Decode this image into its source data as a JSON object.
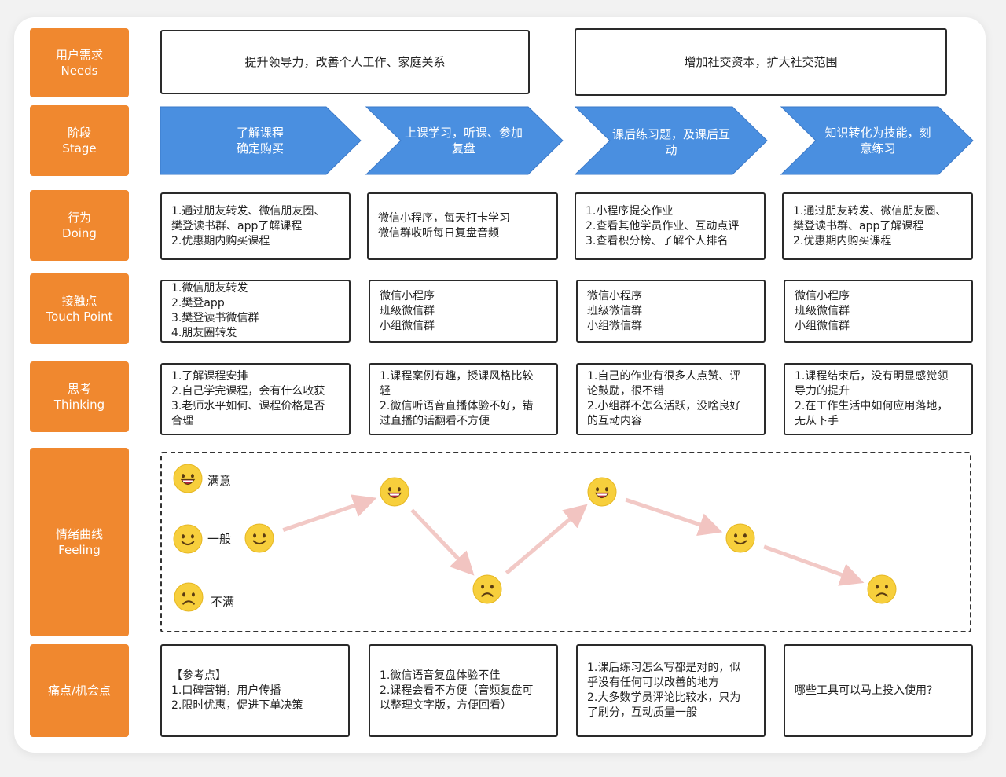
{
  "rows": {
    "needs": {
      "title": "用户需求",
      "subtitle": "Needs"
    },
    "stage": {
      "title": "阶段",
      "subtitle": "Stage"
    },
    "doing": {
      "title": "行为",
      "subtitle": "Doing"
    },
    "touch": {
      "title": "接触点",
      "subtitle": "Touch Point"
    },
    "thinking": {
      "title": "思考",
      "subtitle": "Thinking"
    },
    "feeling": {
      "title": "情绪曲线",
      "subtitle": "Feeling"
    },
    "pain": {
      "title": "痛点/机会点",
      "subtitle": ""
    }
  },
  "needs": [
    "提升领导力，改善个人工作、家庭关系",
    "增加社交资本，扩大社交范围"
  ],
  "stages": [
    "了解课程\n确定购买",
    "上课学习，听课、参加\n复盘",
    "课后练习题，及课后互\n动",
    "知识转化为技能，刻\n意练习"
  ],
  "doing": [
    "1.通过朋友转发、微信朋友圈、\n樊登读书群、app了解课程\n2.优惠期内购买课程",
    "微信小程序，每天打卡学习\n微信群收听每日复盘音频",
    "1.小程序提交作业\n2.查看其他学员作业、互动点评\n3.查看积分榜、了解个人排名",
    "1.通过朋友转发、微信朋友圈、\n樊登读书群、app了解课程\n2.优惠期内购买课程"
  ],
  "touch": [
    "1.微信朋友转发\n2.樊登app\n3.樊登读书微信群\n4.朋友圈转发",
    "微信小程序\n班级微信群\n小组微信群",
    "微信小程序\n班级微信群\n小组微信群",
    "微信小程序\n班级微信群\n小组微信群"
  ],
  "thinking": [
    "1.了解课程安排\n2.自己学完课程，会有什么收获\n3.老师水平如何、课程价格是否\n合理",
    "1.课程案例有趣，授课风格比较\n轻\n2.微信听语音直播体验不好，错\n过直播的话翻看不方便",
    "1.自己的作业有很多人点赞、评\n论鼓励，很不错\n2.小组群不怎么活跃，没啥良好\n的互动内容",
    "1.课程结束后，没有明显感觉领\n导力的提升\n2.在工作生活中如何应用落地，\n无从下手"
  ],
  "feeling": {
    "legend": [
      "满意",
      "一般",
      "不满"
    ],
    "points": [
      "一般",
      "满意",
      "不满",
      "满意",
      "一般",
      "不满"
    ]
  },
  "pain": [
    "【参考点】\n1.口碑营销，用户传播\n2.限时优惠，促进下单决策",
    "1.微信语音复盘体验不佳\n2.课程会看不方便（音频复盘可\n以整理文字版，方便回看）",
    "1.课后练习怎么写都是对的，似\n乎没有任何可以改善的地方\n2.大多数学员评论比较水，只为\n了刷分，互动质量一般",
    "哪些工具可以马上投入使用?"
  ],
  "colors": {
    "label": "#f0882f",
    "stage": "#4a8fe0",
    "arrow": "#f2c9c6",
    "face": "#f7cf3c"
  }
}
